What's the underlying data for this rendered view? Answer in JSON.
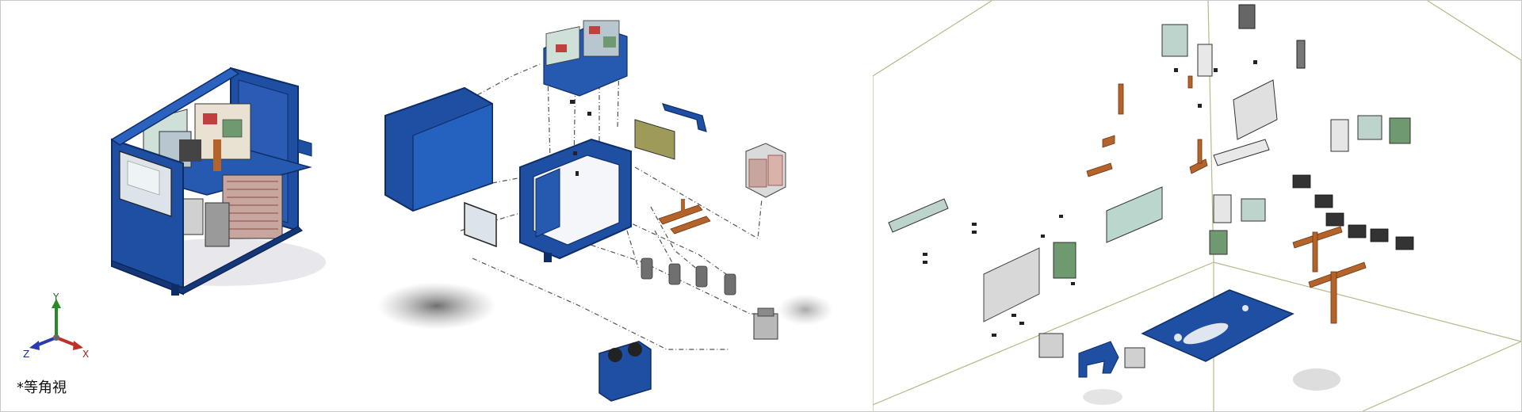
{
  "viewport": {
    "view_orientation_label": "*等角視",
    "triad": {
      "x_label": "X",
      "y_label": "Y",
      "z_label": "Z"
    }
  },
  "colors": {
    "cabinet_blue": "#1f4fa3",
    "cabinet_blue_dark": "#143a80",
    "busbar_copper": "#b4632a",
    "pcb_green": "#6f9a6f",
    "pcb_light": "#cfe0d8",
    "cover_gray": "#dcdcdc",
    "bounding_box_line": "#b8b88a",
    "explode_line": "#555555"
  },
  "panels": [
    {
      "id": "assembled-view",
      "icon": "assembled-cabinet"
    },
    {
      "id": "exploded-view",
      "icon": "exploded-assembly"
    },
    {
      "id": "component-spread-view",
      "icon": "part-layout"
    }
  ]
}
